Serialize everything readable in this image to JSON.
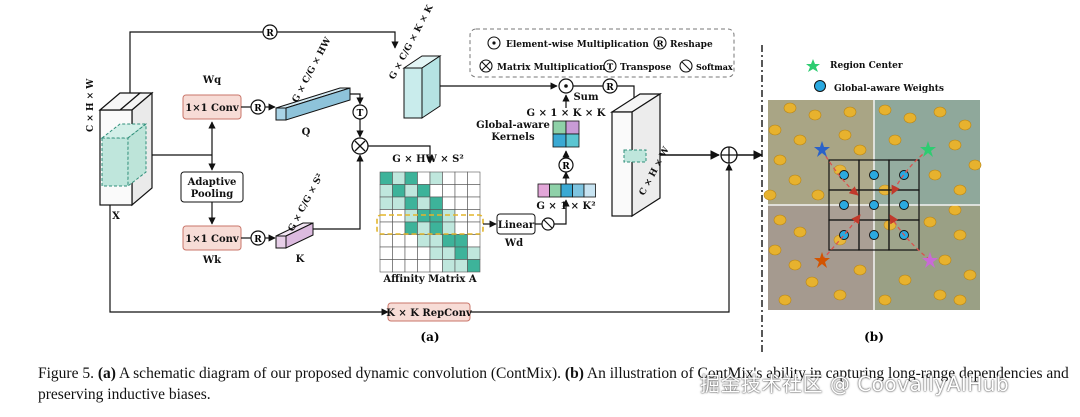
{
  "panel_a": {
    "label": "(a)",
    "inputs": {
      "x_label": "X",
      "x_dims": "C × H × W"
    },
    "conv_q": {
      "label": "1×1 Conv",
      "weight": "Wq"
    },
    "conv_k": {
      "label": "1×1 Conv",
      "weight": "Wk"
    },
    "pool": {
      "line1": "Adaptive",
      "line2": "Pooling"
    },
    "q": {
      "label": "Q",
      "dims": "G × C/G × HW"
    },
    "k": {
      "label": "K",
      "dims": "G × C/G × S²"
    },
    "v": {
      "dims": "G × C/G × K × K"
    },
    "affinity": {
      "label": "Affinity Matrix A",
      "dims": "G × HW × S²"
    },
    "linear": {
      "label": "Linear",
      "weight": "Wd"
    },
    "vec": {
      "dims": "G × 1 × K²"
    },
    "kernels": {
      "line1": "Global-aware",
      "line2": "Kernels",
      "dims": "G × 1 × K × K"
    },
    "sum": "Sum",
    "output": {
      "dims": "C × H × W"
    },
    "repconv": "K × K RepConv",
    "legend": {
      "elementwise": "Element-wise Multiplication",
      "reshape": "Reshape",
      "matmul": "Matrix Multiplication",
      "transpose": "Transpose",
      "softmax": "Softmax"
    },
    "symbols": {
      "R": "R",
      "T": "T"
    }
  },
  "panel_b": {
    "label": "(b)",
    "legend_center": "Region Center",
    "legend_weights": "Global-aware Weights"
  },
  "caption": {
    "prefix": "Figure 5.",
    "a_tag": "(a)",
    "a_text": " A schematic diagram of our proposed dynamic convolution (ContMix). ",
    "b_tag": "(b)",
    "b_text": " An illustration of ContMix's ability in capturing long-range dependencies and preserving inductive biases."
  },
  "watermark": "掘金技术社区 @ CoovallyAIHub",
  "colors": {
    "conv_fill": "#f7dcd6",
    "q_fill": "#a9d3e6",
    "k_fill": "#e7cfe8",
    "v_fill": "#c9ecec",
    "teal": "#3db39a",
    "light_teal": "#bfe7dd",
    "yellow_dash": "#e3b52b",
    "red_dash": "#d9534f"
  }
}
